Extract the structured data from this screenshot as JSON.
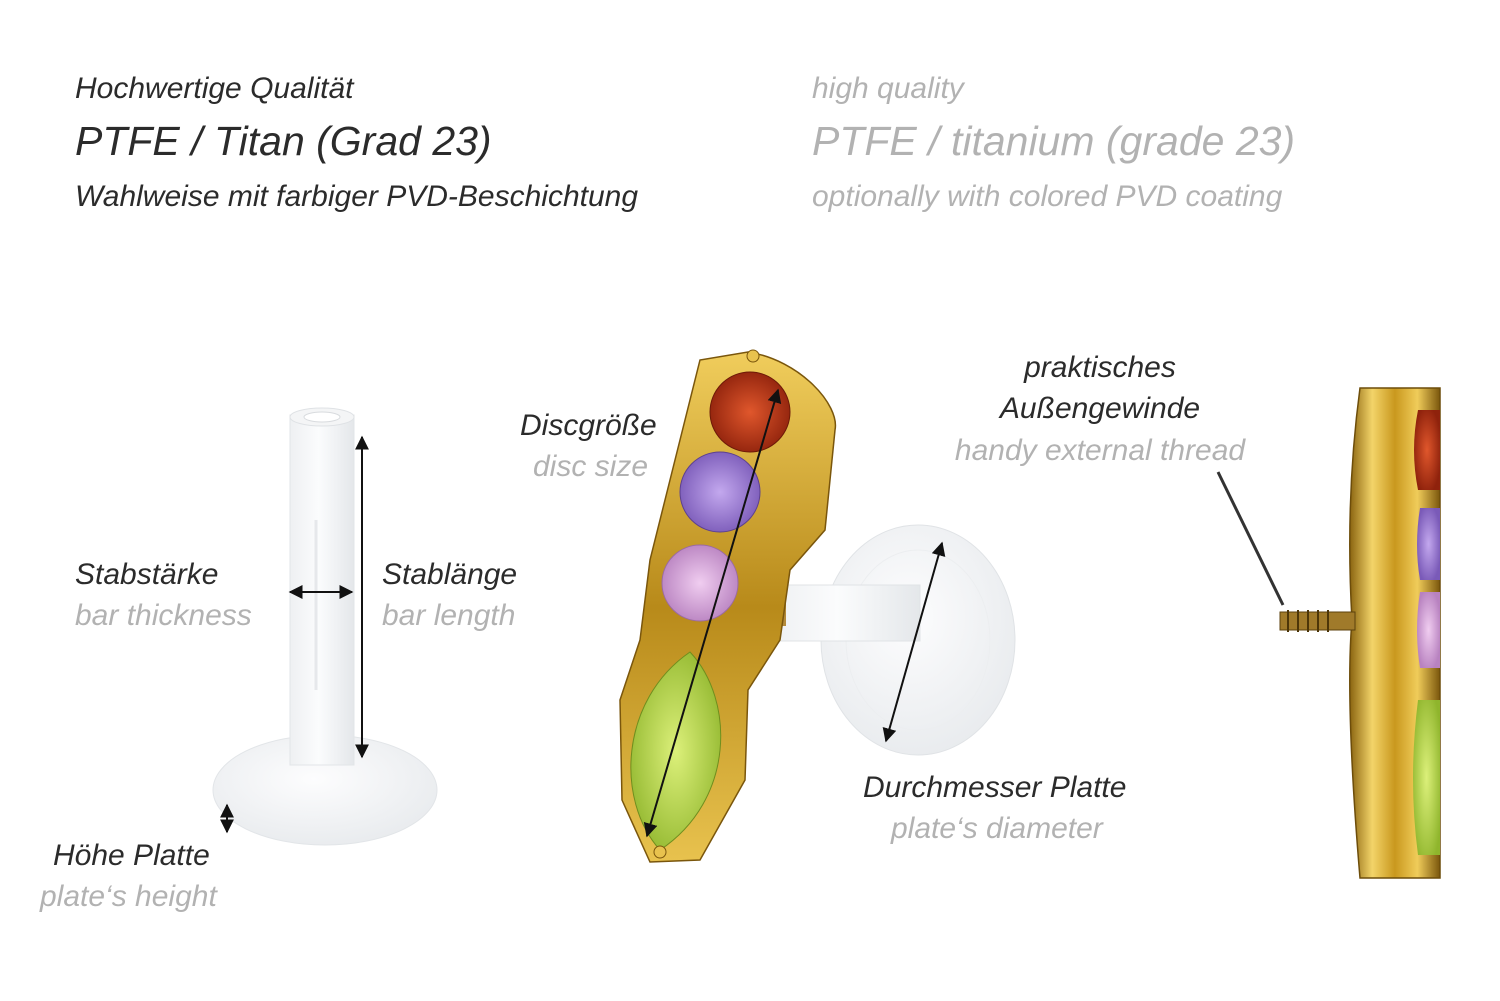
{
  "header": {
    "de": {
      "quality": "Hochwertige Qualität",
      "material": "PTFE / Titan (Grad 23)",
      "coating": "Wahlweise mit farbiger PVD-Beschichtung"
    },
    "en": {
      "quality": "high quality",
      "material": "PTFE / titanium (grade 23)",
      "coating": "optionally with colored PVD coating"
    }
  },
  "labels": {
    "bar_thickness": {
      "de": "Stabstärke",
      "en": "bar thickness"
    },
    "bar_length": {
      "de": "Stablänge",
      "en": "bar length"
    },
    "plate_height": {
      "de": "Höhe Platte",
      "en": "plate‘s height"
    },
    "disc_size": {
      "de": "Discgröße",
      "en": "disc size"
    },
    "plate_diameter": {
      "de": "Durchmesser Platte",
      "en": "plate‘s diameter"
    },
    "thread": {
      "de1": "praktisches",
      "de2": "Außengewinde",
      "en": "handy external thread"
    }
  },
  "colors": {
    "text_de": "#2b2b2b",
    "text_en": "#b2b2b2",
    "gold": "#d4a62a",
    "stone_red": "#c0391b",
    "stone_purple": "#9a7ad0",
    "stone_pink": "#d8a6d8",
    "stone_green": "#b5d94a"
  }
}
